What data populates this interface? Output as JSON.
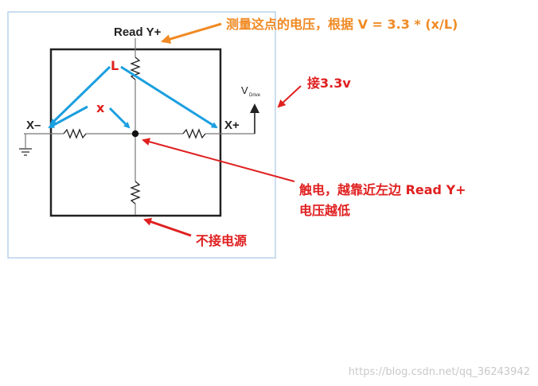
{
  "circuit": {
    "read_y_label": "Read Y+",
    "x_minus_label": "X–",
    "x_plus_label": "X+",
    "vdrive_v": "V",
    "vdrive_sub": "Drive"
  },
  "annotations": {
    "measure": "测量这点的电压，根据 V = 3.3 * (x/L)",
    "connect": "接3.3v",
    "touch_line1": "触电，越靠近左边 Read Y+",
    "touch_line2": "电压越低",
    "no_power": "不接电源",
    "L": "L",
    "x": "x"
  },
  "watermark": "https://blog.csdn.net/qq_36243942",
  "colors": {
    "orange": "#f08a24",
    "red": "#e02020",
    "blue": "#1a9fe0",
    "frame": "#b9d3ea",
    "ink": "#222222"
  }
}
